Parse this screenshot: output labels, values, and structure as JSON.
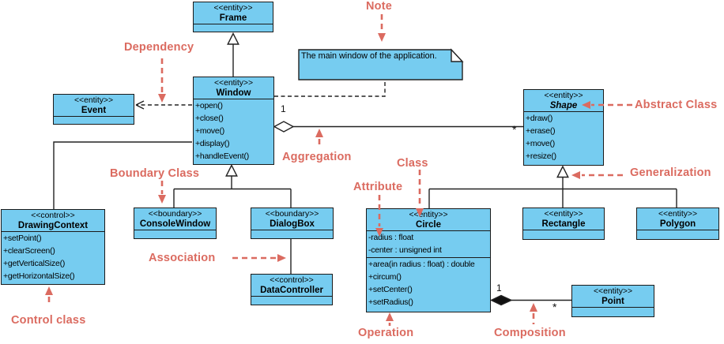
{
  "classes": {
    "frame": {
      "stereotype": "<<entity>>",
      "name": "Frame"
    },
    "window": {
      "stereotype": "<<entity>>",
      "name": "Window",
      "operations": [
        "+open()",
        "+close()",
        "+move()",
        "+display()",
        "+handleEvent()"
      ]
    },
    "event": {
      "stereotype": "<<entity>>",
      "name": "Event"
    },
    "shape": {
      "stereotype": "<<entity>>",
      "name": "Shape",
      "operations": [
        "+draw()",
        "+erase()",
        "+move()",
        "+resize()"
      ]
    },
    "drawing_context": {
      "stereotype": "<<control>>",
      "name": "DrawingContext",
      "operations": [
        "+setPoint()",
        "+clearScreen()",
        "+getVerticalSize()",
        "+getHorizontalSize()"
      ]
    },
    "console_window": {
      "stereotype": "<<boundary>>",
      "name": "ConsoleWindow"
    },
    "dialog_box": {
      "stereotype": "<<boundary>>",
      "name": "DialogBox"
    },
    "data_controller": {
      "stereotype": "<<control>>",
      "name": "DataController"
    },
    "circle": {
      "stereotype": "<<entity>>",
      "name": "Circle",
      "attributes": [
        "-radius : float",
        "-center : unsigned int"
      ],
      "operations": [
        "+area(in radius : float) : double",
        "+circum()",
        "+setCenter()",
        "+setRadius()"
      ]
    },
    "rectangle": {
      "stereotype": "<<entity>>",
      "name": "Rectangle"
    },
    "polygon": {
      "stereotype": "<<entity>>",
      "name": "Polygon"
    },
    "point": {
      "stereotype": "<<entity>>",
      "name": "Point"
    }
  },
  "note": {
    "text": "The main window of the application."
  },
  "annotations": {
    "note": "Note",
    "dependency": "Dependency",
    "abstract_class": "Abstract Class",
    "aggregation": "Aggregation",
    "boundary_class": "Boundary Class",
    "class": "Class",
    "attribute": "Attribute",
    "generalization": "Generalization",
    "association": "Association",
    "control_class": "Control class",
    "operation": "Operation",
    "composition": "Composition"
  },
  "multiplicities": {
    "aggregation_window_end": "1",
    "aggregation_shape_end": "*",
    "composition_circle_end": "1",
    "composition_point_end": "*"
  },
  "colors": {
    "class_fill": "#76ccf0",
    "class_border": "#1a1a1a",
    "annotation_red": "#db6b60",
    "connector_black": "#222222",
    "note_fold": "#ffffff"
  }
}
